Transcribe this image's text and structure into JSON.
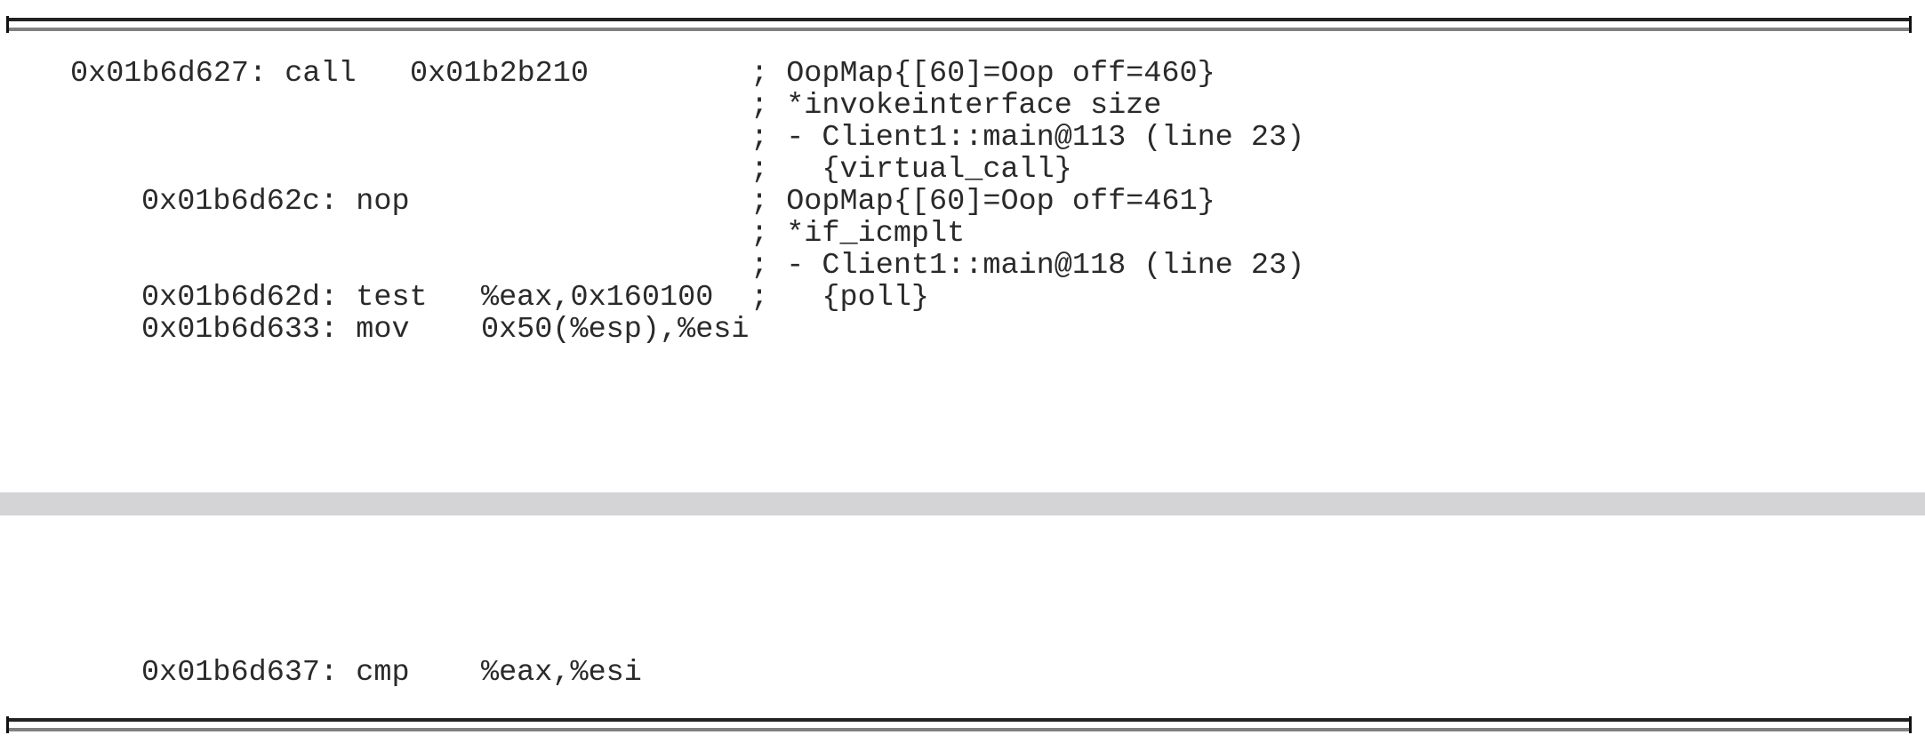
{
  "listing": {
    "top": [
      {
        "instr": "0x01b6d627: call   0x01b2b210",
        "comment": "; OopMap{[60]=Oop off=460}"
      },
      {
        "instr": "",
        "comment": "; *invokeinterface size"
      },
      {
        "instr": "",
        "comment": "; - Client1::main@113 (line 23)"
      },
      {
        "instr": "",
        "comment": ";   {virtual_call}"
      },
      {
        "instr": "0x01b6d62c: nop",
        "comment": "; OopMap{[60]=Oop off=461}"
      },
      {
        "instr": "",
        "comment": "; *if_icmplt"
      },
      {
        "instr": "",
        "comment": "; - Client1::main@118 (line 23)"
      },
      {
        "instr": "0x01b6d62d: test   %eax,0x160100",
        "comment": ";   {poll}"
      },
      {
        "instr": "0x01b6d633: mov    0x50(%esp),%esi",
        "comment": ""
      }
    ],
    "bottom": {
      "instr": "0x01b6d637: cmp    %eax,%esi"
    }
  }
}
